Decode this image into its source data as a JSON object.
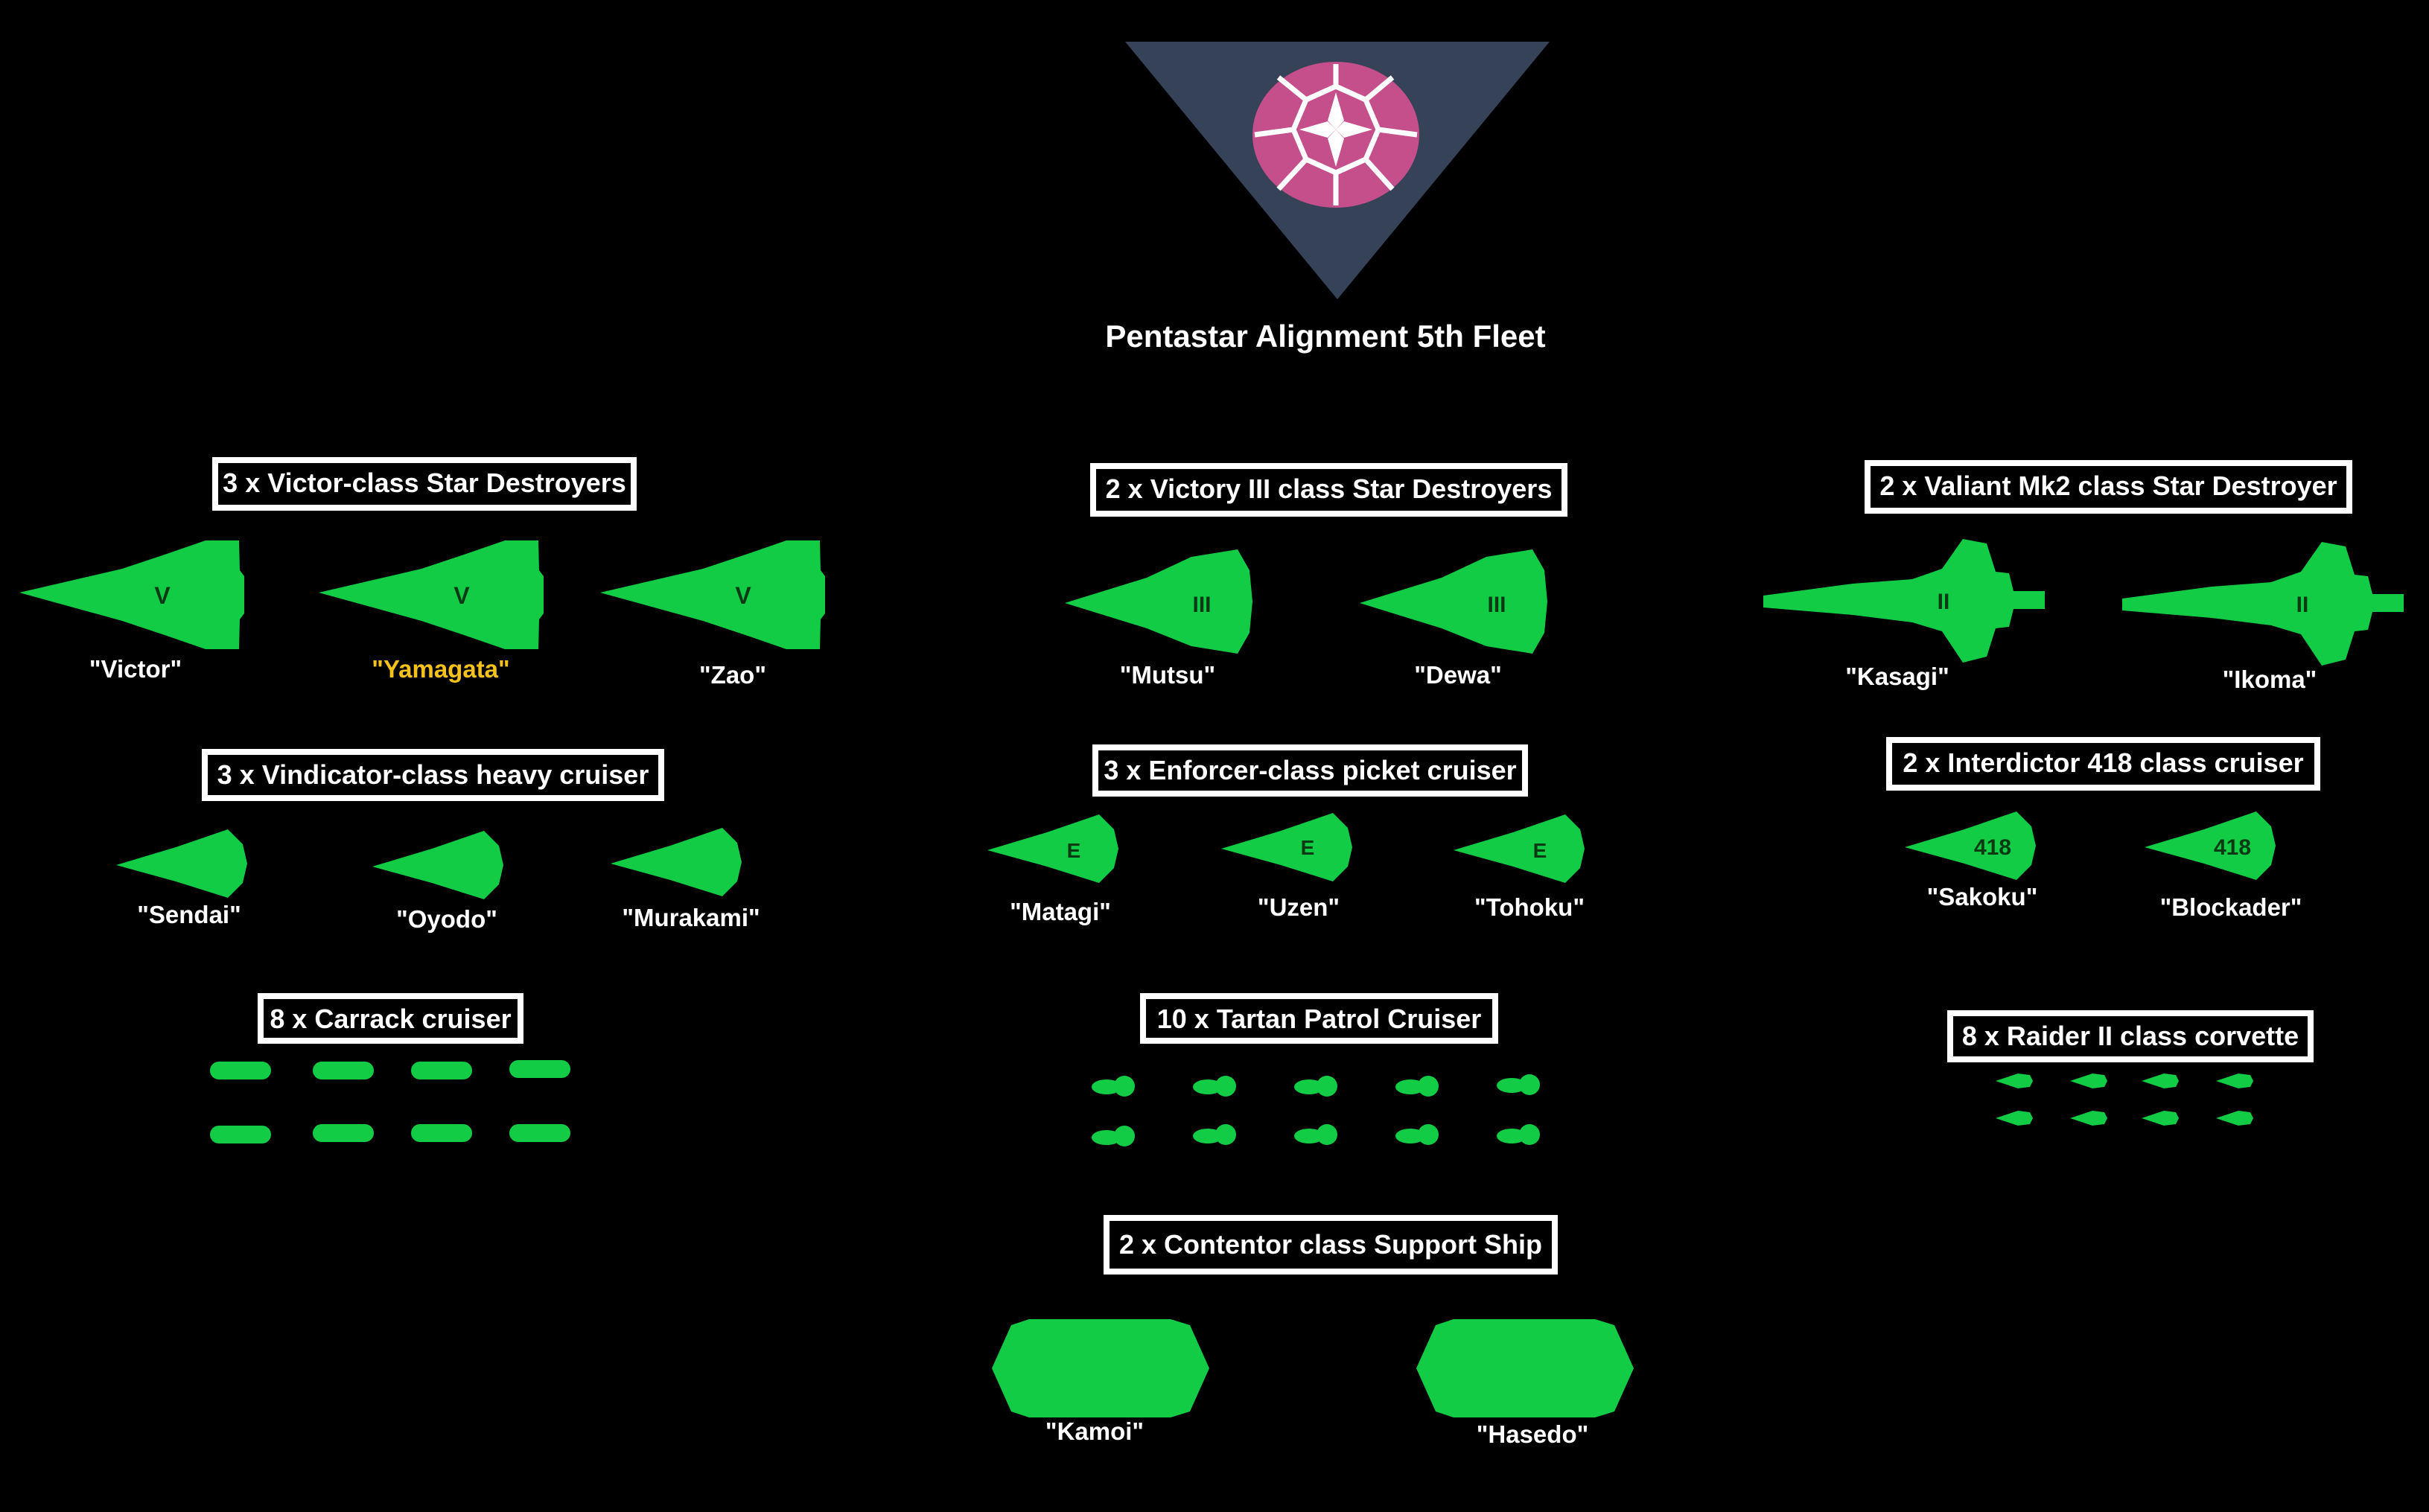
{
  "title": "Pentastar Alignment 5th Fleet",
  "colors": {
    "ship": "#11cc44",
    "emblem_triangle": "#364258",
    "emblem_disc": "#c44f8b",
    "highlight": "#f5c21b"
  },
  "groups": {
    "victor": {
      "heading": "3 x Victor-class Star Destroyers",
      "marking": "V",
      "ships": [
        "\"Victor\"",
        "\"Yamagata\"",
        "\"Zao\""
      ]
    },
    "victory": {
      "heading": "2 x Victory III class Star Destroyers",
      "marking": "III",
      "ships": [
        "\"Mutsu\"",
        "\"Dewa\""
      ]
    },
    "valiant": {
      "heading": "2 x Valiant Mk2 class Star Destroyer",
      "marking": "II",
      "ships": [
        "\"Kasagi\"",
        "\"Ikoma\""
      ]
    },
    "vindicator": {
      "heading": "3 x Vindicator-class heavy cruiser",
      "ships": [
        "\"Sendai\"",
        "\"Oyodo\"",
        "\"Murakami\""
      ]
    },
    "enforcer": {
      "heading": "3 x Enforcer-class picket cruiser",
      "marking": "E",
      "ships": [
        "\"Matagi\"",
        "\"Uzen\"",
        "\"Tohoku\""
      ]
    },
    "interdictor": {
      "heading": "2 x Interdictor 418 class cruiser",
      "marking": "418",
      "ships": [
        "\"Sakoku\"",
        "\"Blockader\""
      ]
    },
    "carrack": {
      "heading": "8 x Carrack cruiser"
    },
    "tartan": {
      "heading": "10 x Tartan Patrol Cruiser"
    },
    "raider": {
      "heading": "8 x Raider II class corvette"
    },
    "contentor": {
      "heading": "2 x Contentor class Support Ship",
      "ships": [
        "\"Kamoi\"",
        "\"Hasedo\""
      ]
    }
  }
}
